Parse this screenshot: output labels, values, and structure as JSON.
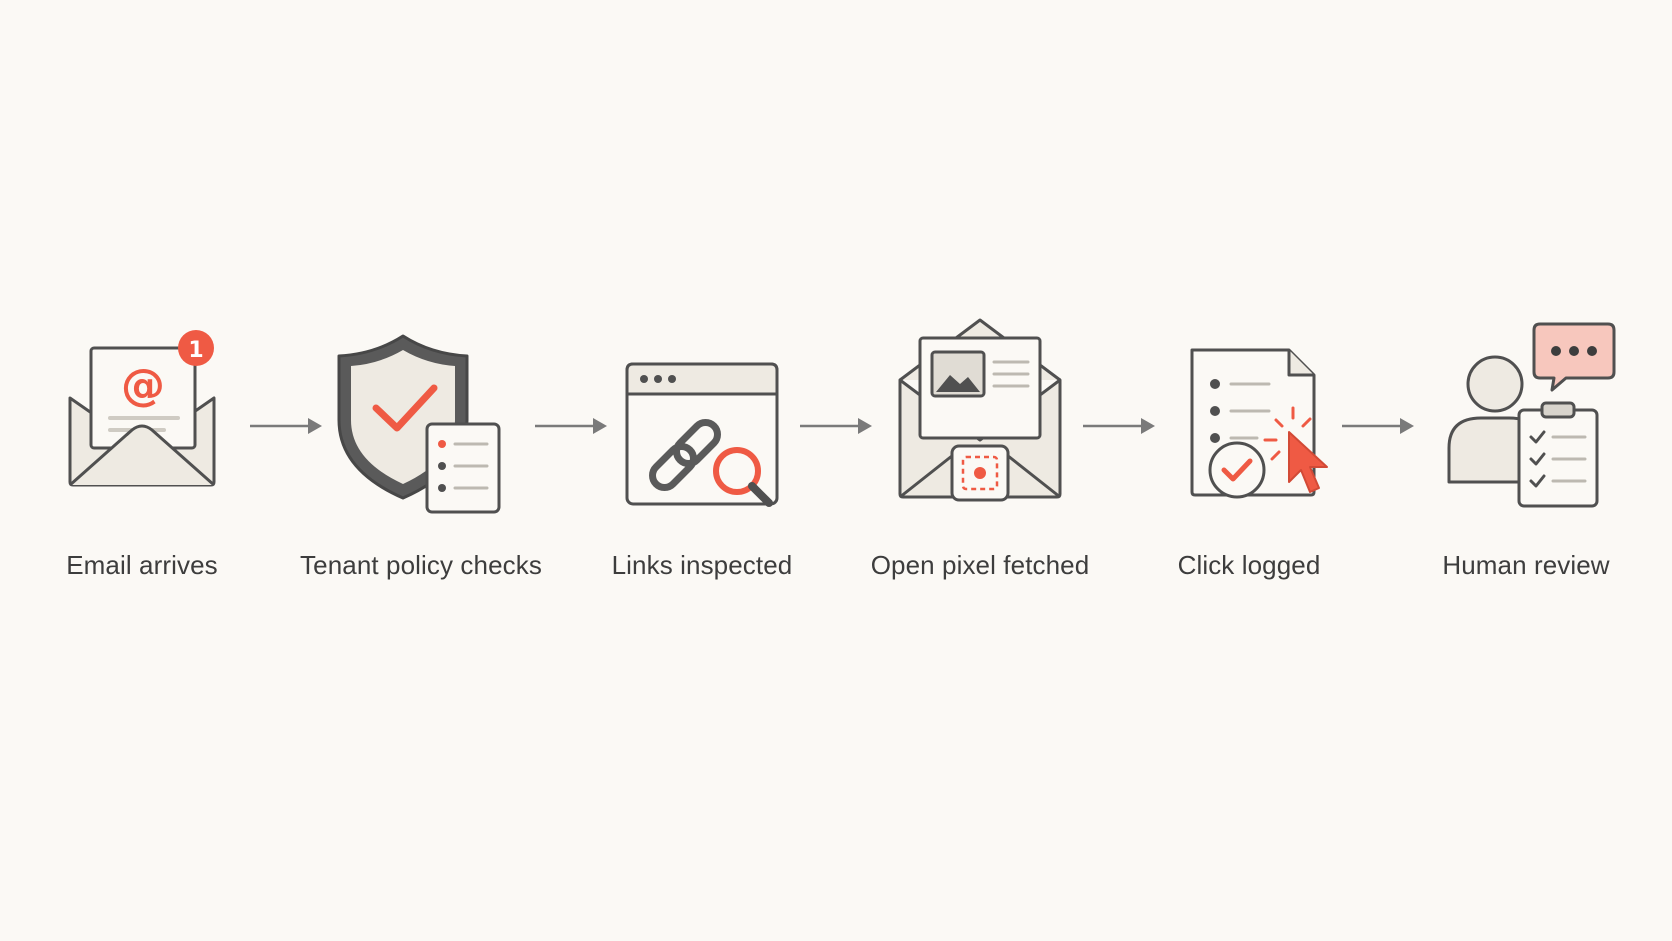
{
  "diagram": {
    "type": "process-flow",
    "colors": {
      "background": "#fbf9f5",
      "accent": "#ef5a44",
      "line": "#505050",
      "icon_fill": "#eeeae2",
      "paper": "#fbf9f5",
      "text": "#3d3d3d",
      "arrow": "#7a7a7a"
    },
    "steps": [
      {
        "label": "Email arrives",
        "icon": "email-arrives-icon",
        "badge": "1"
      },
      {
        "label": "Tenant policy checks",
        "icon": "tenant-policy-icon"
      },
      {
        "label": "Links inspected",
        "icon": "links-inspected-icon"
      },
      {
        "label": "Open pixel fetched",
        "icon": "open-pixel-icon"
      },
      {
        "label": "Click logged",
        "icon": "click-logged-icon"
      },
      {
        "label": "Human review",
        "icon": "human-review-icon"
      }
    ],
    "connectors": [
      {
        "from": "Email arrives",
        "to": "Tenant policy checks"
      },
      {
        "from": "Tenant policy checks",
        "to": "Links inspected"
      },
      {
        "from": "Links inspected",
        "to": "Open pixel fetched"
      },
      {
        "from": "Open pixel fetched",
        "to": "Click logged"
      },
      {
        "from": "Click logged",
        "to": "Human review"
      }
    ]
  }
}
